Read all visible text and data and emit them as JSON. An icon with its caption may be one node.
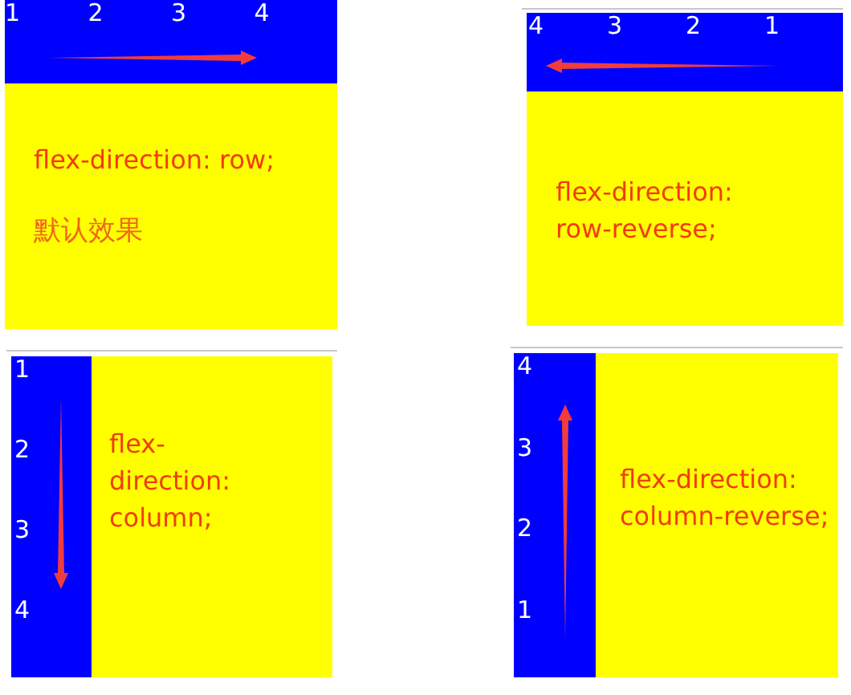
{
  "diagram": {
    "nodes": [
      {
        "text": [
          "flex-direction: row;",
          "默认效果"
        ]
      },
      {
        "text": [
          "1",
          "2",
          "3",
          "4"
        ],
        "in": 0
      },
      {
        "text": [
          "flex-direction: row-reverse;"
        ]
      },
      {
        "text": [
          "4",
          "3",
          "2",
          "1"
        ],
        "in": 2
      },
      {
        "text": [
          "flex-direction: column;"
        ]
      },
      {
        "text": [
          "1",
          "2",
          "3",
          "4"
        ],
        "in": 4
      },
      {
        "text": [
          "flex-direction: column-reverse;"
        ]
      },
      {
        "text": [
          "4",
          "3",
          "2",
          "1"
        ],
        "in": 6
      }
    ]
  }
}
